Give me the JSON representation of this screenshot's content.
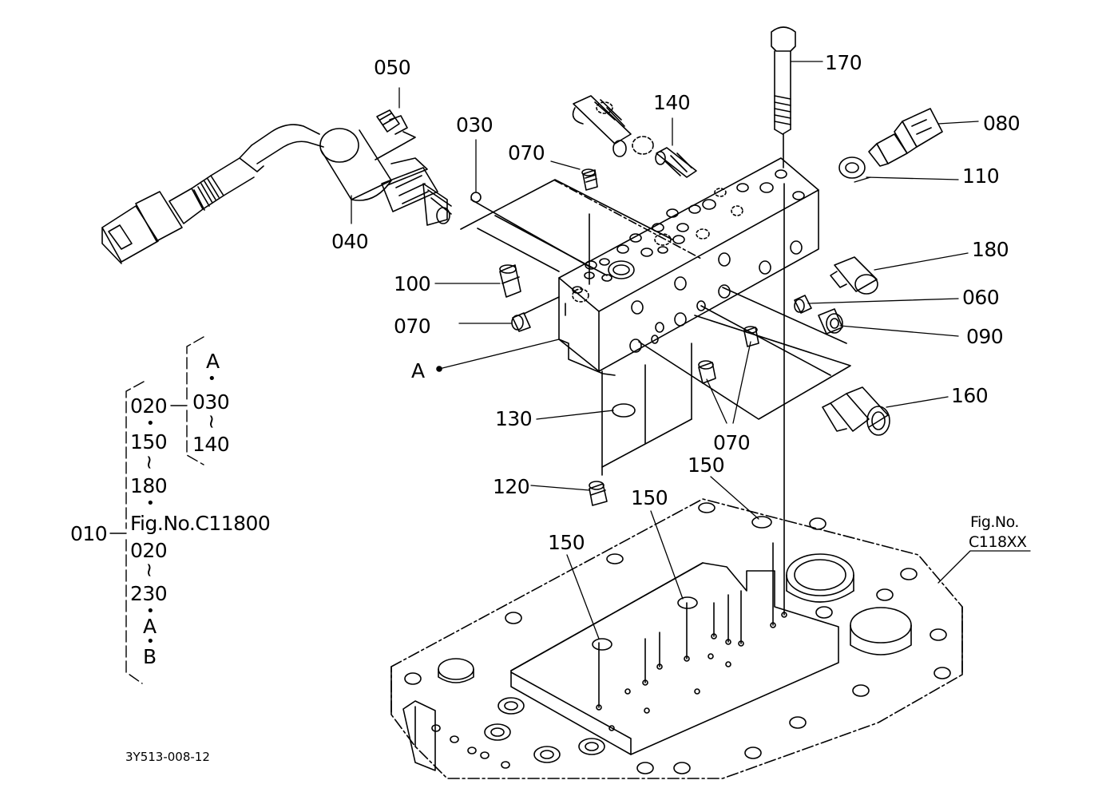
{
  "callouts": {
    "p050": "050",
    "p030": "030",
    "p070_top": "070",
    "p140": "140",
    "p170": "170",
    "p080": "080",
    "p110": "110",
    "p040": "040",
    "p100": "100",
    "p070_left": "070",
    "p180": "180",
    "p060": "060",
    "p090": "090",
    "pA": "A",
    "p160": "160",
    "p130": "130",
    "p070_bottom": "070",
    "p120": "120",
    "p150_a": "150",
    "p150_b": "150",
    "p150_c": "150"
  },
  "fig_ref": {
    "line1": "Fig.No.",
    "line2": "C118XX"
  },
  "legend": {
    "root": "010",
    "items": [
      "020",
      "150",
      "180",
      "Fig.No.C11800",
      "020",
      "230",
      "A",
      "B"
    ],
    "sub_items": [
      "A",
      "030",
      "140"
    ],
    "bullet": "•",
    "range": "~"
  },
  "footer": {
    "code": "3Y513-008-12"
  }
}
